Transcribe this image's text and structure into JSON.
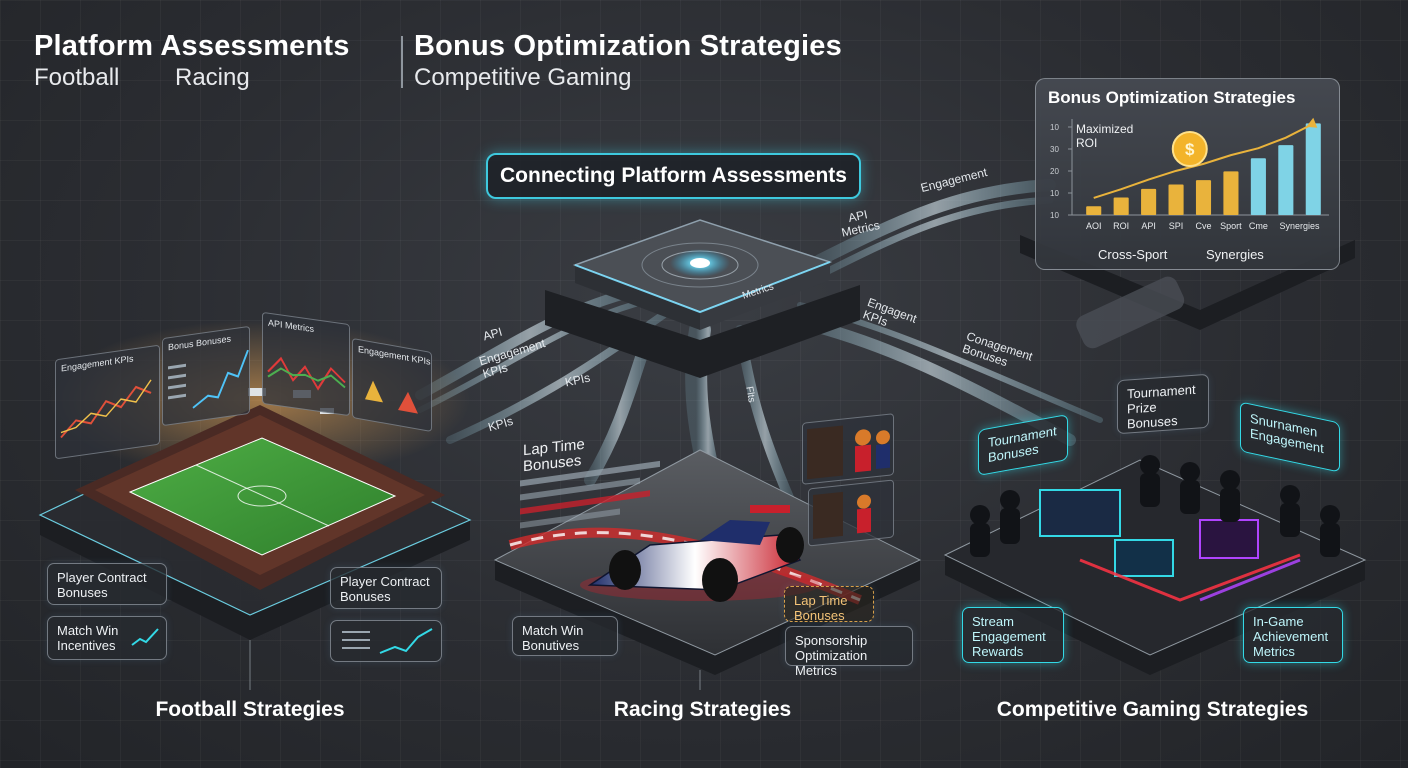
{
  "header": {
    "title_left": "Platform Assessments",
    "title_right": "Bonus Optimization Strategies",
    "sub_football": "Football",
    "sub_racing": "Racing",
    "sub_gaming": "Competitive Gaming"
  },
  "hub": {
    "label": "Connecting Platform Assessments",
    "device_text": "Metrics"
  },
  "flow_labels": {
    "engagement_top": "Engagement",
    "api_metrics_top": [
      "API",
      "Metrics"
    ],
    "engagement_kpis_mid": [
      "Engagent",
      "KPIs"
    ],
    "engagement_bonuses": [
      "Conagement",
      "Bonuses"
    ],
    "api_left": "API",
    "engagement_kpis_left": [
      "Engagement",
      "KPIs"
    ],
    "kpis_left": "KPIs",
    "kpis_low": "KPIs",
    "center_flow": "Flts"
  },
  "bonus_card": {
    "title": "Bonus Optimization Strategies",
    "annotation": [
      "Maximized",
      "ROI"
    ],
    "y_ticks": [
      "10",
      "30",
      "20",
      "10",
      "10"
    ],
    "categories": [
      "AOI",
      "ROI",
      "API",
      "SPI",
      "Cve",
      "Sport",
      "Cme",
      "Synergies"
    ],
    "bar_values": [
      1,
      2,
      3,
      3.5,
      4,
      5,
      6.5,
      8,
      10.5
    ],
    "bar_colors": [
      "#e9b33c",
      "#e9b33c",
      "#e9b33c",
      "#e9b33c",
      "#e9b33c",
      "#e9b33c",
      "#7fd3e6",
      "#7fd3e6",
      "#7fd3e6"
    ],
    "trend_values": [
      1.5,
      2.5,
      3.6,
      4.6,
      5.4,
      6.4,
      7.2,
      8.4,
      10
    ],
    "footer_left": "Cross-Sport",
    "footer_right": "Synergies"
  },
  "football": {
    "panel_kpis": "Engagement KPIs",
    "panel_bonus": "Bonus Bonuses",
    "panel_api": "API Metrics",
    "panel_engagement": "Engagement KPIs",
    "box_player_left": [
      "Player Contract",
      "Bonuses"
    ],
    "box_match_win": [
      "Match Win",
      "Incentives"
    ],
    "box_player_right": [
      "Player Contract",
      "Bonuses"
    ],
    "label": "Football Strategies"
  },
  "racing": {
    "lap_time_top": [
      "Lap Time",
      "Bonuses"
    ],
    "lap_time_gold": [
      "Lap Time",
      "Bonuses"
    ],
    "match_win": [
      "Match Win",
      "Bonutives"
    ],
    "sponsorship": [
      "Sponsorship",
      "Optimization Metrics"
    ],
    "label": "Racing Strategies"
  },
  "gaming": {
    "tournament_prize": [
      "Tournament",
      "Prize",
      "Bonuses"
    ],
    "tournament_bonuses": [
      "Tournament",
      "Bonuses"
    ],
    "tournament_engagement": [
      "Snurnamen",
      "Engagement"
    ],
    "stream_rewards": [
      "Stream",
      "Engagement",
      "Rewards"
    ],
    "in_game": [
      "In-Game",
      "Achievement",
      "Metrics"
    ],
    "label": "Competitive Gaming Strategies"
  },
  "colors": {
    "accent_cyan": "#3ec9de",
    "gold": "#e9b33c",
    "pitch_green": "#3f9b3a",
    "neon_red": "#ff3344",
    "neon_purple": "#b044ff"
  }
}
